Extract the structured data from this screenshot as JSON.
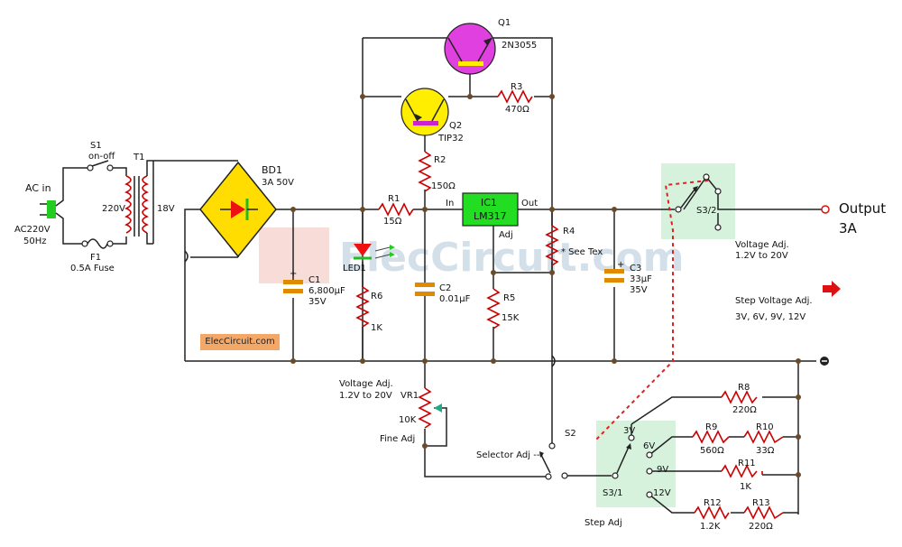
{
  "labels": {
    "q1": "Q1",
    "q1_part": "2N3055",
    "q2": "Q2",
    "q2_part": "TIP32",
    "r3": "R3",
    "r3_val": "470Ω",
    "r2": "R2",
    "r2_val": "150Ω",
    "r1": "R1",
    "r1_val": "15Ω",
    "r4": "R4",
    "r4_note": "* See Tex",
    "r5": "R5",
    "r5_val": "15K",
    "r6": "R6",
    "r6_val": "1K",
    "c1": "C1",
    "c1_val": "6,800µF",
    "c1_volt": "35V",
    "c2": "C2",
    "c2_val": "0.01µF",
    "c3": "C3",
    "c3_val": "33µF",
    "c3_volt": "35V",
    "ic1": "IC1",
    "ic1_part": "LM317",
    "pin_in": "In",
    "pin_out": "Out",
    "pin_adj": "Adj",
    "bd1": "BD1",
    "bd1_val": "3A 50V",
    "t1": "T1",
    "t1_primary": "220V",
    "t1_secondary": "18V",
    "s1": "S1",
    "s1_val": "on-off",
    "f1": "F1",
    "f1_val": "0.5A Fuse",
    "ac_in": "AC in",
    "ac_spec1": "AC220V",
    "ac_spec2": "50Hz",
    "led1": "LED1",
    "vr1": "VR1",
    "vr1_val": "10K",
    "vadj_left_1": "Voltage Adj.",
    "vadj_left_2": "1.2V to 20V",
    "fine_adj": "Fine Adj",
    "selector_adj": "Selector Adj ---",
    "s2": "S2",
    "s3_2": "S3/2",
    "s3_1": "S3/1",
    "output_1": "Output",
    "output_2": "3A",
    "vadj_right_1": "Voltage Adj.",
    "vadj_right_2": "1.2V to 20V",
    "step_1": "Step Voltage Adj.",
    "step_2": "3V, 6V, 9V, 12V",
    "step_adj": "Step Adj",
    "v3": "3V",
    "v6": "6V",
    "v9": "9V",
    "v12": "12V",
    "r8": "R8",
    "r8_val": "220Ω",
    "r9": "R9",
    "r9_val": "560Ω",
    "r10": "R10",
    "r10_val": "33Ω",
    "r11": "R11",
    "r11_val": "1K",
    "r12": "R12",
    "r12_val": "1.2K",
    "r13": "R13",
    "r13_val": "220Ω",
    "watermark": "ElecCircuit.com",
    "credit": "ElecCircuit.com"
  },
  "colors": {
    "wire": "#222222",
    "resistor": "#cc0000",
    "q1_body": "#e040e0",
    "q2_body": "#ffee00",
    "ic_body": "#22dd22",
    "bridge_body": "#ffdd00",
    "capacitor": "#e08a00",
    "junction": "#6b4a2b",
    "switch_highlight": "#d6f2dd",
    "output_arrow": "#dd1111",
    "credit_bg": "#f4a868"
  }
}
